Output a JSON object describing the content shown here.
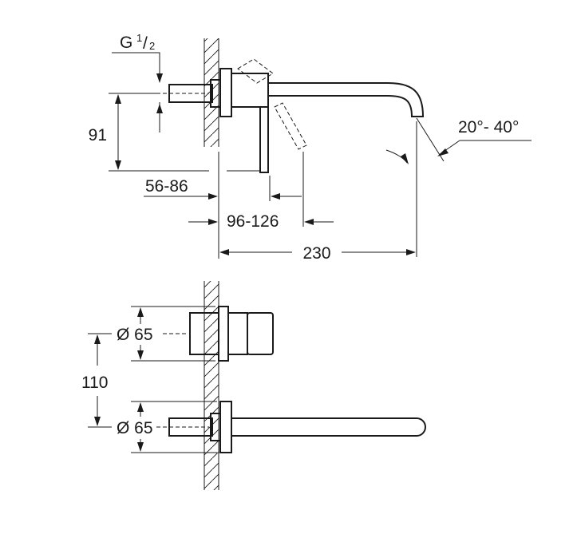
{
  "side_view": {
    "thread_label": "G",
    "thread_numerator": "1",
    "thread_denominator": "2",
    "height": "91",
    "depth_range": "56-86",
    "lever_range": "96-126",
    "spout_length": "230",
    "swivel_angle": "20°- 40°"
  },
  "front_view": {
    "upper_diameter": "Ø 65",
    "spacing": "110",
    "lower_diameter": "Ø 65"
  }
}
